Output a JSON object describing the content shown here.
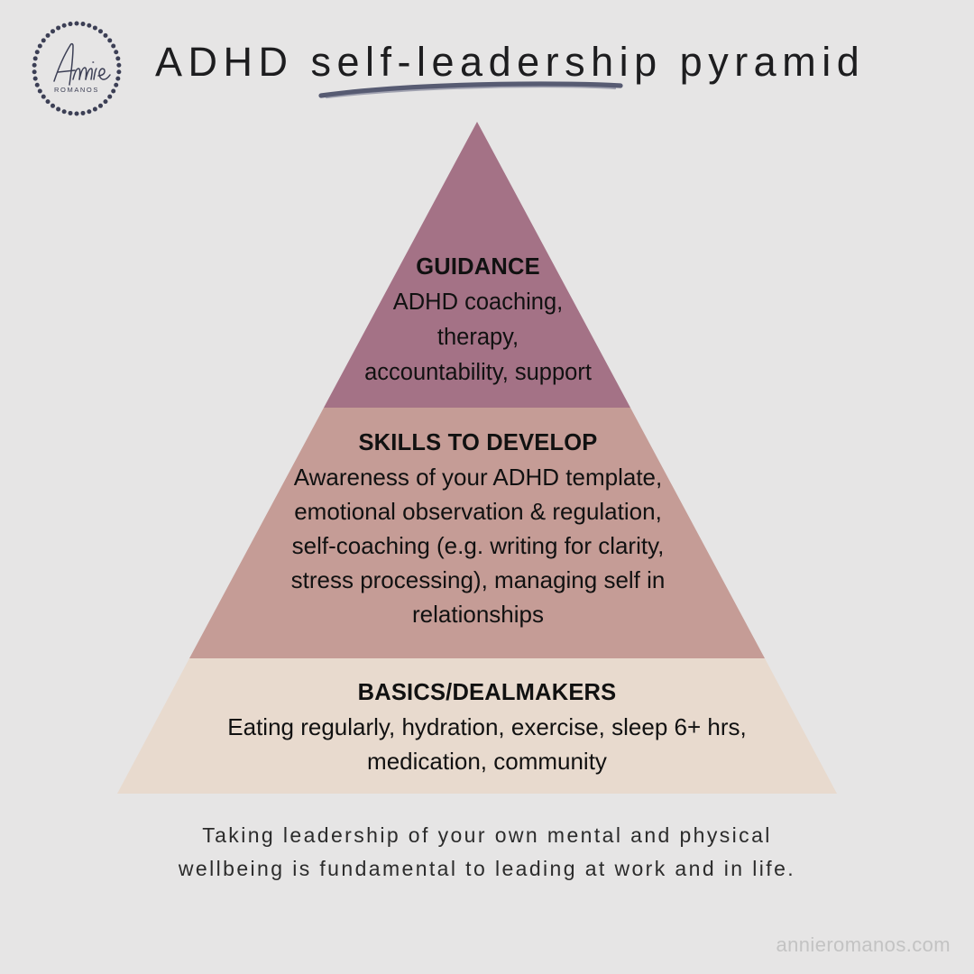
{
  "header": {
    "title": "ADHD self-leadership pyramid",
    "logo": {
      "brand_name": "Annie",
      "brand_sub": "ROMANOS"
    }
  },
  "pyramid": {
    "tiers": [
      {
        "id": "guidance",
        "heading": "GUIDANCE",
        "lines": [
          "ADHD coaching,",
          "therapy,",
          "accountability, support"
        ],
        "color": "#a47286"
      },
      {
        "id": "skills-to-develop",
        "heading": "SKILLS TO DEVELOP",
        "lines": [
          "Awareness of your ADHD template,",
          "emotional observation & regulation,",
          "self-coaching (e.g. writing for clarity,",
          "stress processing), managing self in",
          "relationships"
        ],
        "color": "#c59c96"
      },
      {
        "id": "basics-dealmakers",
        "heading": "BASICS/DEALMAKERS",
        "lines": [
          "Eating regularly, hydration, exercise, sleep 6+ hrs,",
          "medication, community"
        ],
        "color": "#e8dace"
      }
    ]
  },
  "caption": {
    "line1": "Taking leadership of your own mental and physical",
    "line2": "wellbeing is fundamental to leading at work and in life."
  },
  "footer": {
    "url": "annieromanos.com"
  },
  "colors": {
    "background": "#e6e5e5",
    "tier1": "#a47286",
    "tier2": "#c59c96",
    "tier3": "#e8dace",
    "title": "#1d1d1f",
    "underline": "#4b4f६8",
    "footer_text": "#c3c3c3",
    "logo_ink": "#3c3f55"
  }
}
